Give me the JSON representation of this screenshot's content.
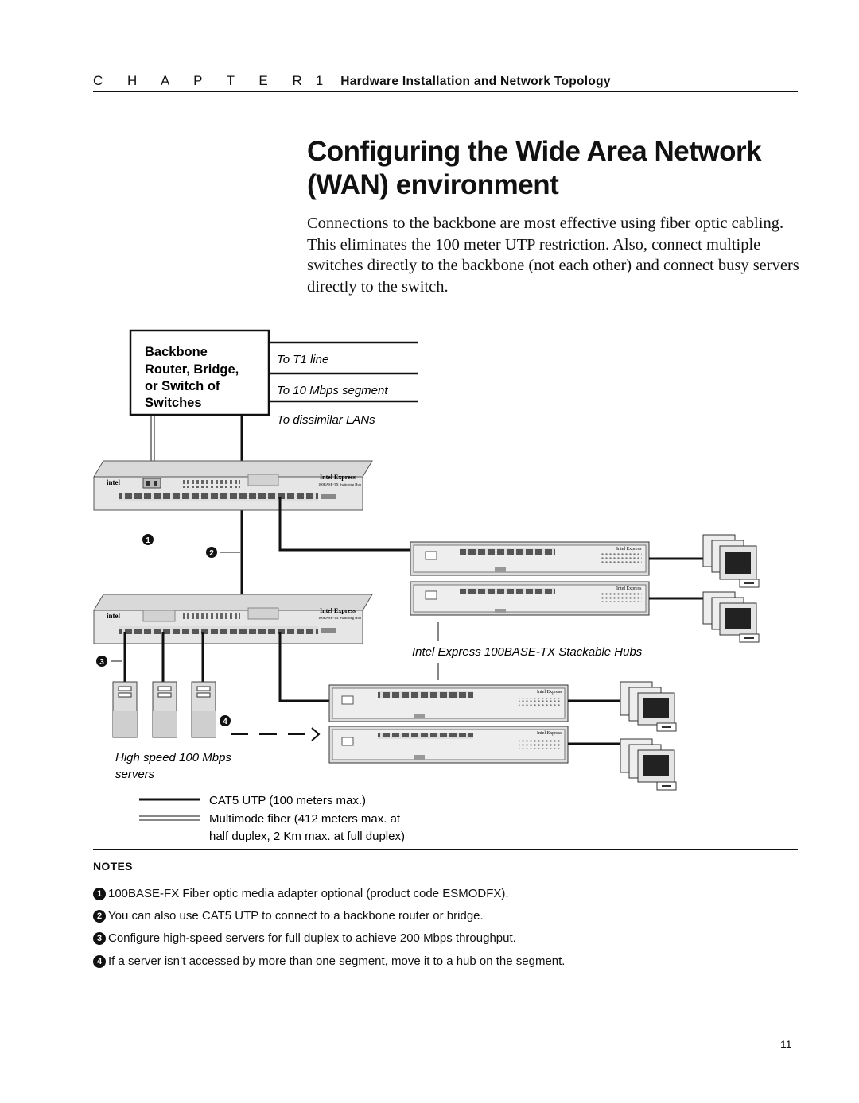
{
  "header": {
    "chapter_word": "C H A P T E R",
    "chapter_number": "1",
    "chapter_title": "Hardware Installation and Network Topology"
  },
  "section": {
    "title_line1": "Configuring the Wide Area Network",
    "title_line2": "(WAN) environment",
    "intro": "Connections to the backbone are most effective using fiber optic cabling. This eliminates the 100 meter UTP restriction. Also, connect multiple switches directly to the backbone (not each other) and connect busy servers directly to the switch."
  },
  "diagram": {
    "backbone_box": [
      "Backbone",
      "Router, Bridge,",
      "or Switch of",
      "Switches"
    ],
    "links": [
      "To T1 line",
      "To 10 Mbps segment",
      "To dissimilar LANs"
    ],
    "switch_brand": "Intel Express",
    "switch_model": "100BASE-TX Switching Hub",
    "hub_caption": "Intel Express 100BASE-TX Stackable Hubs",
    "servers_caption_line1": "High speed 100 Mbps",
    "servers_caption_line2": "servers",
    "callouts": [
      "1",
      "2",
      "3",
      "4"
    ],
    "legend": {
      "cat5": "CAT5 UTP (100 meters max.)",
      "fiber_line1": "Multimode fiber (412 meters max. at",
      "fiber_line2": "half duplex, 2 Km max. at full duplex)"
    }
  },
  "notes": {
    "heading": "NOTES",
    "items": [
      {
        "marker": "1",
        "text": "100BASE-FX Fiber optic media adapter optional (product code ESMODFX)."
      },
      {
        "marker": "2",
        "text": "You can also use CAT5 UTP to connect to a backbone router or bridge."
      },
      {
        "marker": "3",
        "text": "Configure high-speed servers for full duplex to achieve 200 Mbps throughput."
      },
      {
        "marker": "4",
        "text": "If a server isn’t accessed by more than one segment, move it to a hub on the segment."
      }
    ]
  },
  "page_number": "11"
}
